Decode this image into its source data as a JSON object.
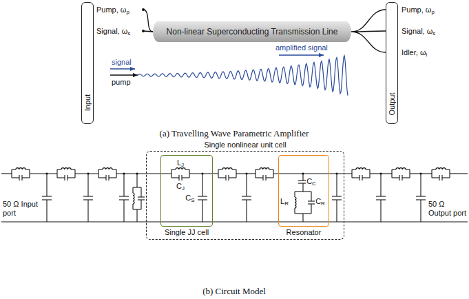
{
  "diagram": {
    "nodes": [
      {
        "text": [
          "Input"
        ]
      },
      {
        "text": [
          "Non-linear Superconducting Transmission Line"
        ]
      },
      {
        "text": [
          "Output"
        ]
      },
      {
        "text": [
          "Single nonlinear unit cell"
        ]
      },
      {
        "text": [
          "Single JJ cell"
        ],
        "in": 3
      },
      {
        "text": [
          "Resonator"
        ],
        "in": 3
      }
    ],
    "edges": [
      {
        "from": 1,
        "to": 2,
        "arrow": "none"
      }
    ],
    "labels": [
      "Pump, ωp",
      "Signal, ωs",
      "Pump, ωp",
      "Signal, ωs",
      "Idler, ωi",
      "signal",
      "amplified signal",
      "pump",
      "(a) Travelling Wave Parametric Amplifier",
      "LJ",
      "CJ",
      "CS",
      "CC",
      "LR",
      "CR",
      "50 Ω Input port",
      "50 Ω Output port",
      "(b) Circuit Model"
    ]
  }
}
